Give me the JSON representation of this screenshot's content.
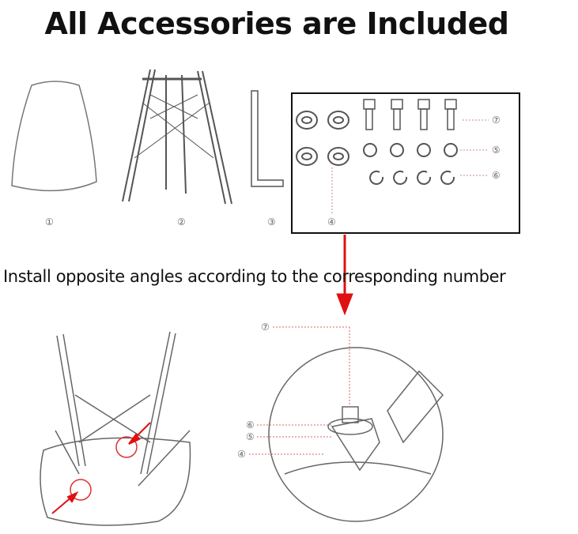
{
  "header": {
    "title": "All Accessories are Included"
  },
  "instruction": "Install opposite angles according to the corresponding number",
  "parts": {
    "seat": "①",
    "legs": "②",
    "wrench": "③",
    "washer_large": "④",
    "washer_flat": "⑤",
    "spring_washer": "⑥",
    "screw": "⑦"
  },
  "detail_labels": [
    "⑦",
    "⑥",
    "⑤",
    "④"
  ],
  "colors": {
    "arrow": "#e01010",
    "line": "#555555",
    "highlight": "#e03030"
  }
}
